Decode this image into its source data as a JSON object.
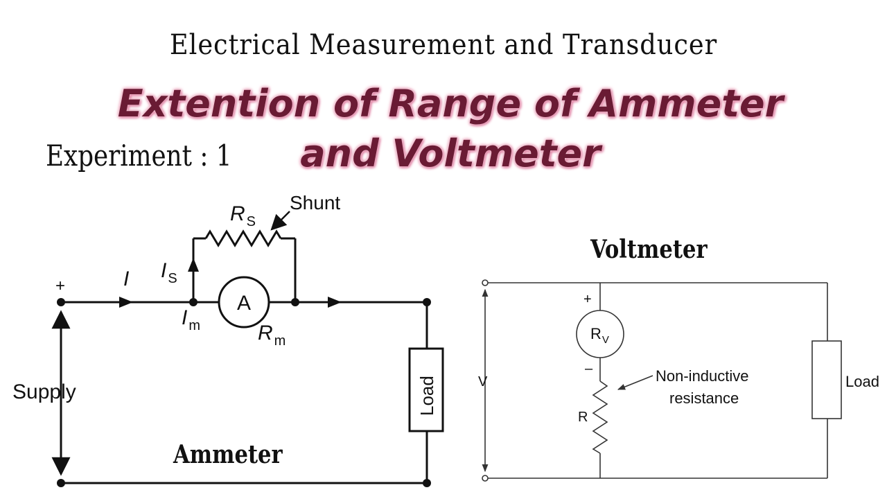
{
  "header": {
    "topic": "Electrical Measurement and Transducer",
    "title_line1": "Extention of Range of Ammeter",
    "title_line2": "and Voltmeter",
    "experiment": "Experiment : 1"
  },
  "ammeter_diagram": {
    "caption": "Ammeter",
    "supply_label": "Supply",
    "plus_label": "+",
    "current_label": "I",
    "shunt_current_label": "I",
    "shunt_current_sub": "S",
    "meter_current_label": "I",
    "meter_current_sub": "m",
    "shunt_resistance_label": "R",
    "shunt_resistance_sub": "S",
    "shunt_label": "Shunt",
    "meter_symbol": "A",
    "meter_resistance_label": "R",
    "meter_resistance_sub": "m",
    "load_label": "Load"
  },
  "voltmeter_diagram": {
    "caption": "Voltmeter",
    "voltage_label": "V",
    "meter_label": "R",
    "meter_sub": "V",
    "plus_label": "+",
    "minus_label": "–",
    "series_resistor_label": "R",
    "resistor_note_line1": "Non-inductive",
    "resistor_note_line2": "resistance",
    "load_label": "Load"
  }
}
